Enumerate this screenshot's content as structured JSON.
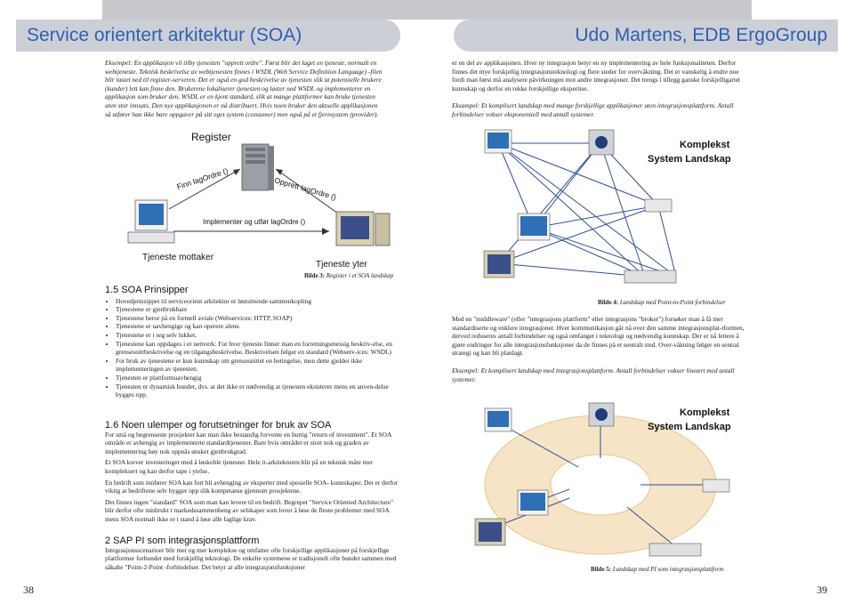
{
  "header": {
    "left_title": "Service orientert arkitektur (SOA)",
    "right_title": "Udo Martens, EDB ErgoGroup"
  },
  "left_page": {
    "page_number": "38",
    "intro_lines": [
      "Eksempel: En applikasjon vil tilby tjenesten \"opprett ordre\". Først blir det laget en tjeneste, normalt en",
      "webtjeneste. Teknisk beskrivelse av webtjenesten finnes i WSDL (Web Service Definition Language) -filen",
      "blir lastet ned til register-serveren. Det er også en god beskrivelse av tjenesten slik at potensielle brukere",
      "(kunder) lett kan finne den. Brukerene lokaliserer tjenesten og laster ned WSDL og implementerer en",
      "applikasjon som bruker den. WSDL er en kjent standard, slik at mange plattformer kan bruke tjenesten",
      "uten stor innsats. Den nye applikasjonen er nå distribuert. Hvis noen bruker den aktuelle applikasjonen",
      "så utfører han ikke bare oppgaver på sitt eget system (consumer) men også på et fjernsystem (provider)."
    ],
    "figure3": {
      "register": "Register",
      "finn": "Finn lagOrdre ()",
      "opprett": "Opprett  lagOrdre ()",
      "implementer": "Implementer og utfør lagOrdre ()",
      "mottaker": "Tjeneste mottaker",
      "yter": "Tjeneste yter",
      "caption_bold": "Bilde 3:",
      "caption_text": " Register i et SOA landskap"
    },
    "s15": {
      "heading": "1.5    SOA Prinsipper",
      "bullets": [
        "Hovedprinsippet til serviceorient arkitektur er løstsittende sammenkopling",
        "Tjenestene er gjenbrukbare",
        "Tjenestene beror på en formell avtale (Webservices: HTTP, SOAP)",
        "Tjenestene er uavhengige og kan operere alene.",
        "Tjenestene er i seg selv lukket.",
        "Tjenestene kan oppdages i et nettverk: For hver tjeneste finner man en forretningsmessig beskriv-else, en grensesnittbeskrivelse og en tilgangsbeskrivelse. Beskrivelsen følger en standard (Webserv-ices: WSDL)",
        "For bruk av tjenestene er kun kunnskap om grensesnittet en betingelse, men dette gjelder ikke implementeringen av tjenesten.",
        "Tjenesten er plattformuavhengig",
        "Tjenesten er dynamisk bundet, dvs. at det ikke er nødvendig at tjenesten eksisterer mens en anven-delse bygges opp."
      ]
    },
    "s16": {
      "heading": "1.6    Noen ulemper og forutsetninger for bruk av SOA",
      "p1": "For små og begrenseste prosjekter kan man ikke bestandig forvente en hurtig \"return of investment\". Et SOA område er avhengig av implementerte standardtjenester. Bare hvis området er stort nok og graden av implementering høy nok oppnås ønsket gjenbrukgrad.",
      "p2": "Et SOA krever investeringer med å løskoble tjenester. Hele it-arkitekturen blir på en teknisk måte mer kompleksert og kan derfor tape i ytelse.",
      "p3": "En bedrift som innfører SOA kan fort bli avhenging av eksperter med spesielle SOA- kunnskaper. Det er derfor viktig at bedriftene selv bygger opp slik kompetanse gjennom prosjektene.",
      "p4": "Det finnes ingen \"standard\" SOA som man kan levere til en bedrift. Begrepet \"Service Oriented Architecture\" blir derfor ofte misbrukt i markedssammenheng av selskaper som lover å løse de fleste problemer med SOA mens SOA normalt ikke er i stand å løse alle faglige krav."
    },
    "s2": {
      "heading": "2     SAP PI som integrasjonsplattform",
      "p1": "Integrasjonsscenarioer blir mer og mer komplekse og omfatter ofte forskjellige applikasjoner på forskjellige plattformer forbundet med forskjellig teknologi. De enkelte systemene er tradisjonelt ofte bundet sammen med såkalte \"Point-2-Point -forbindelser. Det betyr at alle integrasjonsfunksjoner"
    }
  },
  "right_page": {
    "page_number": "39",
    "p1": "er en del av applikasjonen. Hver ny integrasjon betyr en ny implementering av hele funksjonaliteten. Derfor finnes det mye forskjellig integrasjonsteknologi og flere steder for overvåkning. Det er vanskelig å endre noe fordi man først må analysere påvirkningen mot andre integrasjoner. Det trengs i tillegg ganske forskjelligartet kunnskap og derfor en rekke forskjellige ekspertise.",
    "p2": "Eksampel: Et komplisert landskap med mange forskjellige applikasjoner uten integrasjonsplattform. Antall forbindelser vokser eksponentiell med antall systemer.",
    "figure4": {
      "label_line1": "Komplekst",
      "label_line2": "System Landskap",
      "caption_bold": "Bilde 4:",
      "caption_text": " Landskap med Point-to-Point forbindelser"
    },
    "p3": "Med en \"middleware\" (eller \"integrasjons plattform\" eller integrasjons \"broker\") forsøker man å få mer standardiserte og enklere integrasjoner. Hver kommunikasjon går nå over den samme integrasjonsplat-tformen, derved reduseres antall forbindelser og også omfanget i teknologi og nødvendig kunnskap. Der er nå lettere å gjøre endringer for alle integrasjonsfunksjoner da de finnes på et sentralt sted. Over-våkning følger en sentral strategi og kan bli planlagt.",
    "p4": "Eksempel: Et komplisert landskap med integrasjonsplattform. Antall forbindelser vokser lineært med antall systemer.",
    "figure5": {
      "label_line1": "Komplekst",
      "label_line2": "System Landskap",
      "caption_bold": "Bilde 5:",
      "caption_text": " Landskap med PI som integrasjonsplattform"
    }
  }
}
